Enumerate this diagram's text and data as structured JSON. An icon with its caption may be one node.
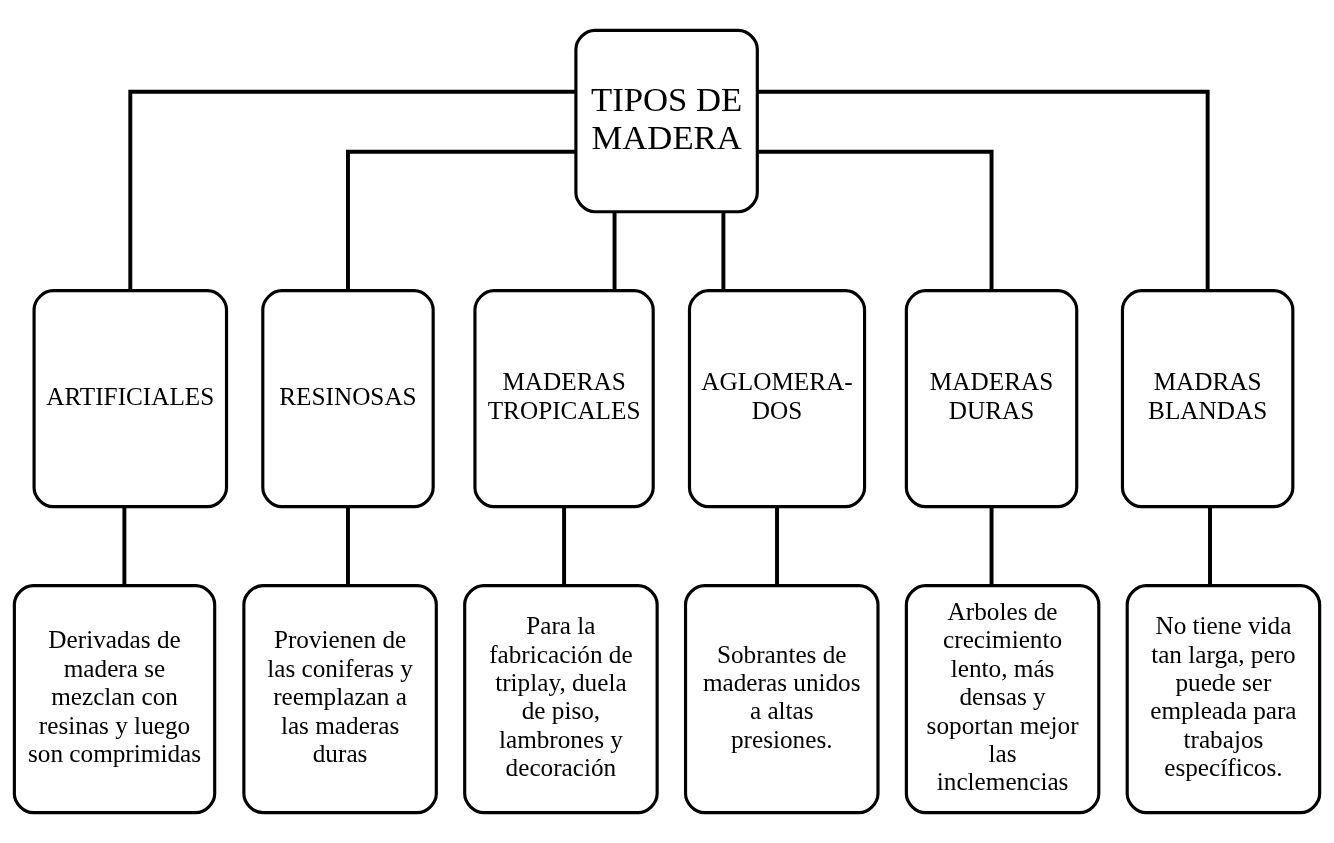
{
  "diagram": {
    "nodes": [
      {
        "text": [
          "TIPOS DE MADERA"
        ]
      },
      {
        "text": [
          "ARTIFICIALES"
        ]
      },
      {
        "text": [
          "RESINOSAS"
        ]
      },
      {
        "text": [
          "MADERAS TROPICALES"
        ]
      },
      {
        "text": [
          "AGLOMERA- DOS"
        ]
      },
      {
        "text": [
          "MADERAS DURAS"
        ]
      },
      {
        "text": [
          "MADRAS BLANDAS"
        ]
      },
      {
        "text": [
          "Derivadas de madera se mezclan con resinas y luego son comprimidas"
        ]
      },
      {
        "text": [
          "Provienen de las coniferas y reemplazan a las maderas duras"
        ]
      },
      {
        "text": [
          "Para la fabricación de triplay, duela de piso, lambrones y decoración"
        ]
      },
      {
        "text": [
          "Sobrantes de maderas unidos a altas presiones."
        ]
      },
      {
        "text": [
          "Arboles de crecimiento lento, más densas y soportan mejor las inclemencias"
        ]
      },
      {
        "text": [
          "No tiene vida tan larga, pero puede ser empleada para trabajos específicos."
        ]
      }
    ],
    "edges": [
      {
        "from": 0,
        "to": 1,
        "arrow": "none"
      },
      {
        "from": 0,
        "to": 2,
        "arrow": "none"
      },
      {
        "from": 0,
        "to": 3,
        "arrow": "none"
      },
      {
        "from": 0,
        "to": 4,
        "arrow": "none"
      },
      {
        "from": 0,
        "to": 5,
        "arrow": "none"
      },
      {
        "from": 0,
        "to": 6,
        "arrow": "none"
      },
      {
        "from": 1,
        "to": 7,
        "arrow": "none"
      },
      {
        "from": 2,
        "to": 8,
        "arrow": "none"
      },
      {
        "from": 3,
        "to": 9,
        "arrow": "none"
      },
      {
        "from": 4,
        "to": 10,
        "arrow": "none"
      },
      {
        "from": 5,
        "to": 11,
        "arrow": "none"
      },
      {
        "from": 6,
        "to": 12,
        "arrow": "none"
      }
    ]
  }
}
